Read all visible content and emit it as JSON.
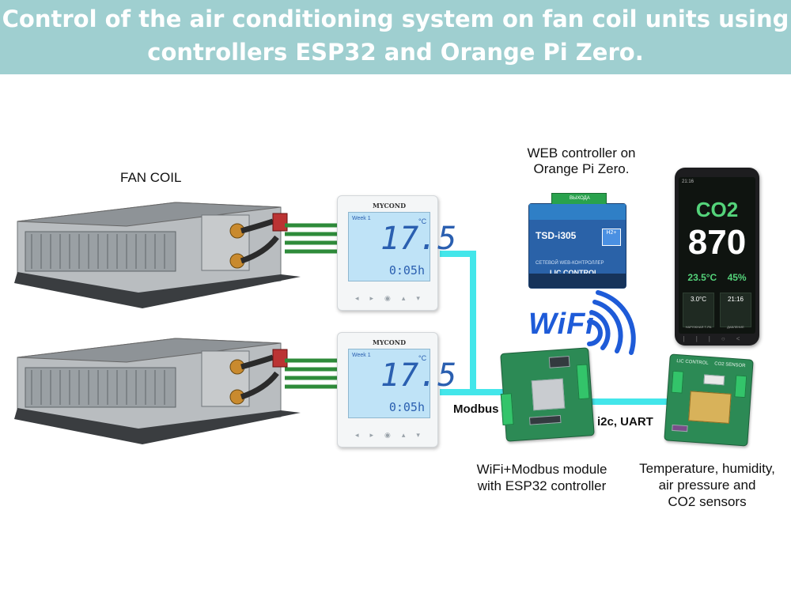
{
  "header": {
    "title_line1": "Control of the air conditioning system on fan coil units using",
    "title_line2": "controllers ESP32 and Orange Pi Zero."
  },
  "labels": {
    "fan_coil": "FAN COIL",
    "web_controller_line1": "WEB controller on",
    "web_controller_line2": "Orange Pi Zero.",
    "wifi": "WiFi",
    "modbus": "Modbus",
    "i2c_uart": "i2c, UART",
    "module_line1": "WiFi+Modbus module",
    "module_line2": "with ESP32 controller",
    "sensors_line1": "Temperature, humidity,",
    "sensors_line2": "air pressure and",
    "sensors_line3": "CO2 sensors"
  },
  "thermostats": [
    {
      "brand": "MYCOND",
      "week": "Week 1",
      "temperature": "17.5",
      "unit": "°C",
      "time": "0:05h"
    },
    {
      "brand": "MYCOND",
      "week": "Week 1",
      "temperature": "17.5",
      "unit": "°C",
      "time": "0:05h"
    }
  ],
  "phone": {
    "status_time": "21:16",
    "co2_label": "CO2",
    "co2_value": "870",
    "temperature": "23.5°C",
    "humidity": "45%",
    "outdoor_temp": "3.0°C",
    "clock": "21:16",
    "tile1_label": "НАРУЖНАЯ Т-РА",
    "tile2_label": "ДАВЛЕНИЕ"
  },
  "web_device": {
    "model": "TSD-i305",
    "subtitle": "СЕТЕВОЙ WEB-КОНТРОЛЛЕР",
    "brand": "LIC CONTROL",
    "badge": "H2+",
    "terminal_label": "ВЫХОДА"
  },
  "sensor_board": {
    "silk1": "LIC CONTROL",
    "silk2": "CO2 SENSOR"
  },
  "colors": {
    "header_bg": "#9fcfd0",
    "modbus_line": "#43e6ea",
    "pipes": "#2e8b3a",
    "wifi_blue": "#1e5bd8"
  }
}
